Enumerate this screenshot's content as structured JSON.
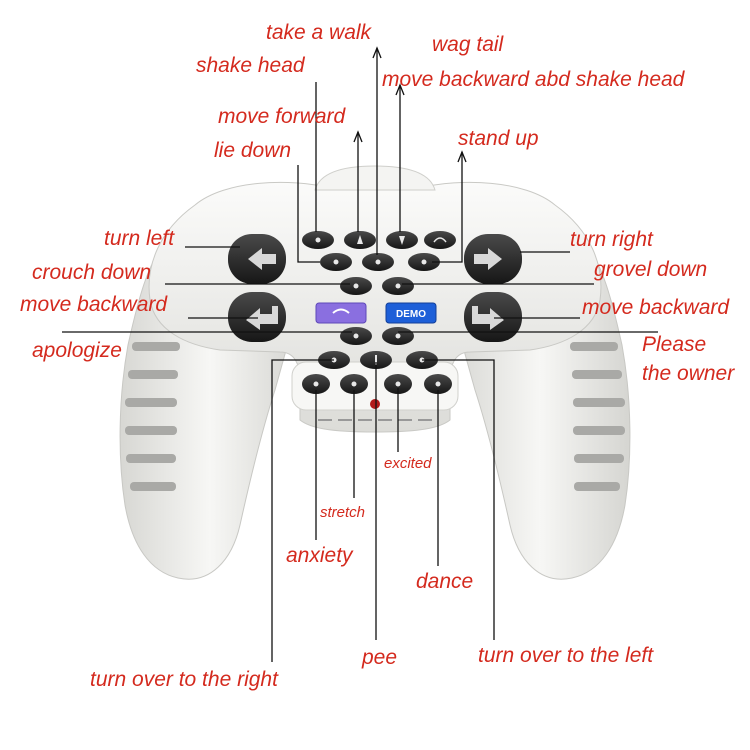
{
  "labels": {
    "take_a_walk": "take a walk",
    "wag_tail": "wag tail",
    "shake_head": "shake head",
    "move_backward_shake_head": "move backward abd shake head",
    "move_forward": "move forward",
    "stand_up": "stand up",
    "lie_down": "lie down",
    "turn_left": "turn left",
    "turn_right": "turn right",
    "crouch_down": "crouch down",
    "grovel_down": "grovel down",
    "move_backward_left": "move backward",
    "move_backward_right": "move backward",
    "apologize": "apologize",
    "please_the_owner_1": "Please",
    "please_the_owner_2": "the owner",
    "excited": "excited",
    "stretch": "stretch",
    "anxiety": "anxiety",
    "dance": "dance",
    "pee": "pee",
    "turn_over_right": "turn over to the right",
    "turn_over_left": "turn over to the left"
  },
  "controller": {
    "demo_button": "DEMO"
  },
  "colors": {
    "label": "#d42a1e",
    "leader": "#111111",
    "body": "#f2f2f0",
    "dark_button": "#2b2b2b",
    "demo_blue": "#1d5fd8",
    "left_purple": "#8a6fe0",
    "led": "#b21a1a"
  },
  "icons": {
    "left_arrow": "arrow-left-icon",
    "right_arrow": "arrow-right-icon",
    "back_left": "arrow-back-left-icon",
    "back_right": "arrow-back-right-icon"
  }
}
